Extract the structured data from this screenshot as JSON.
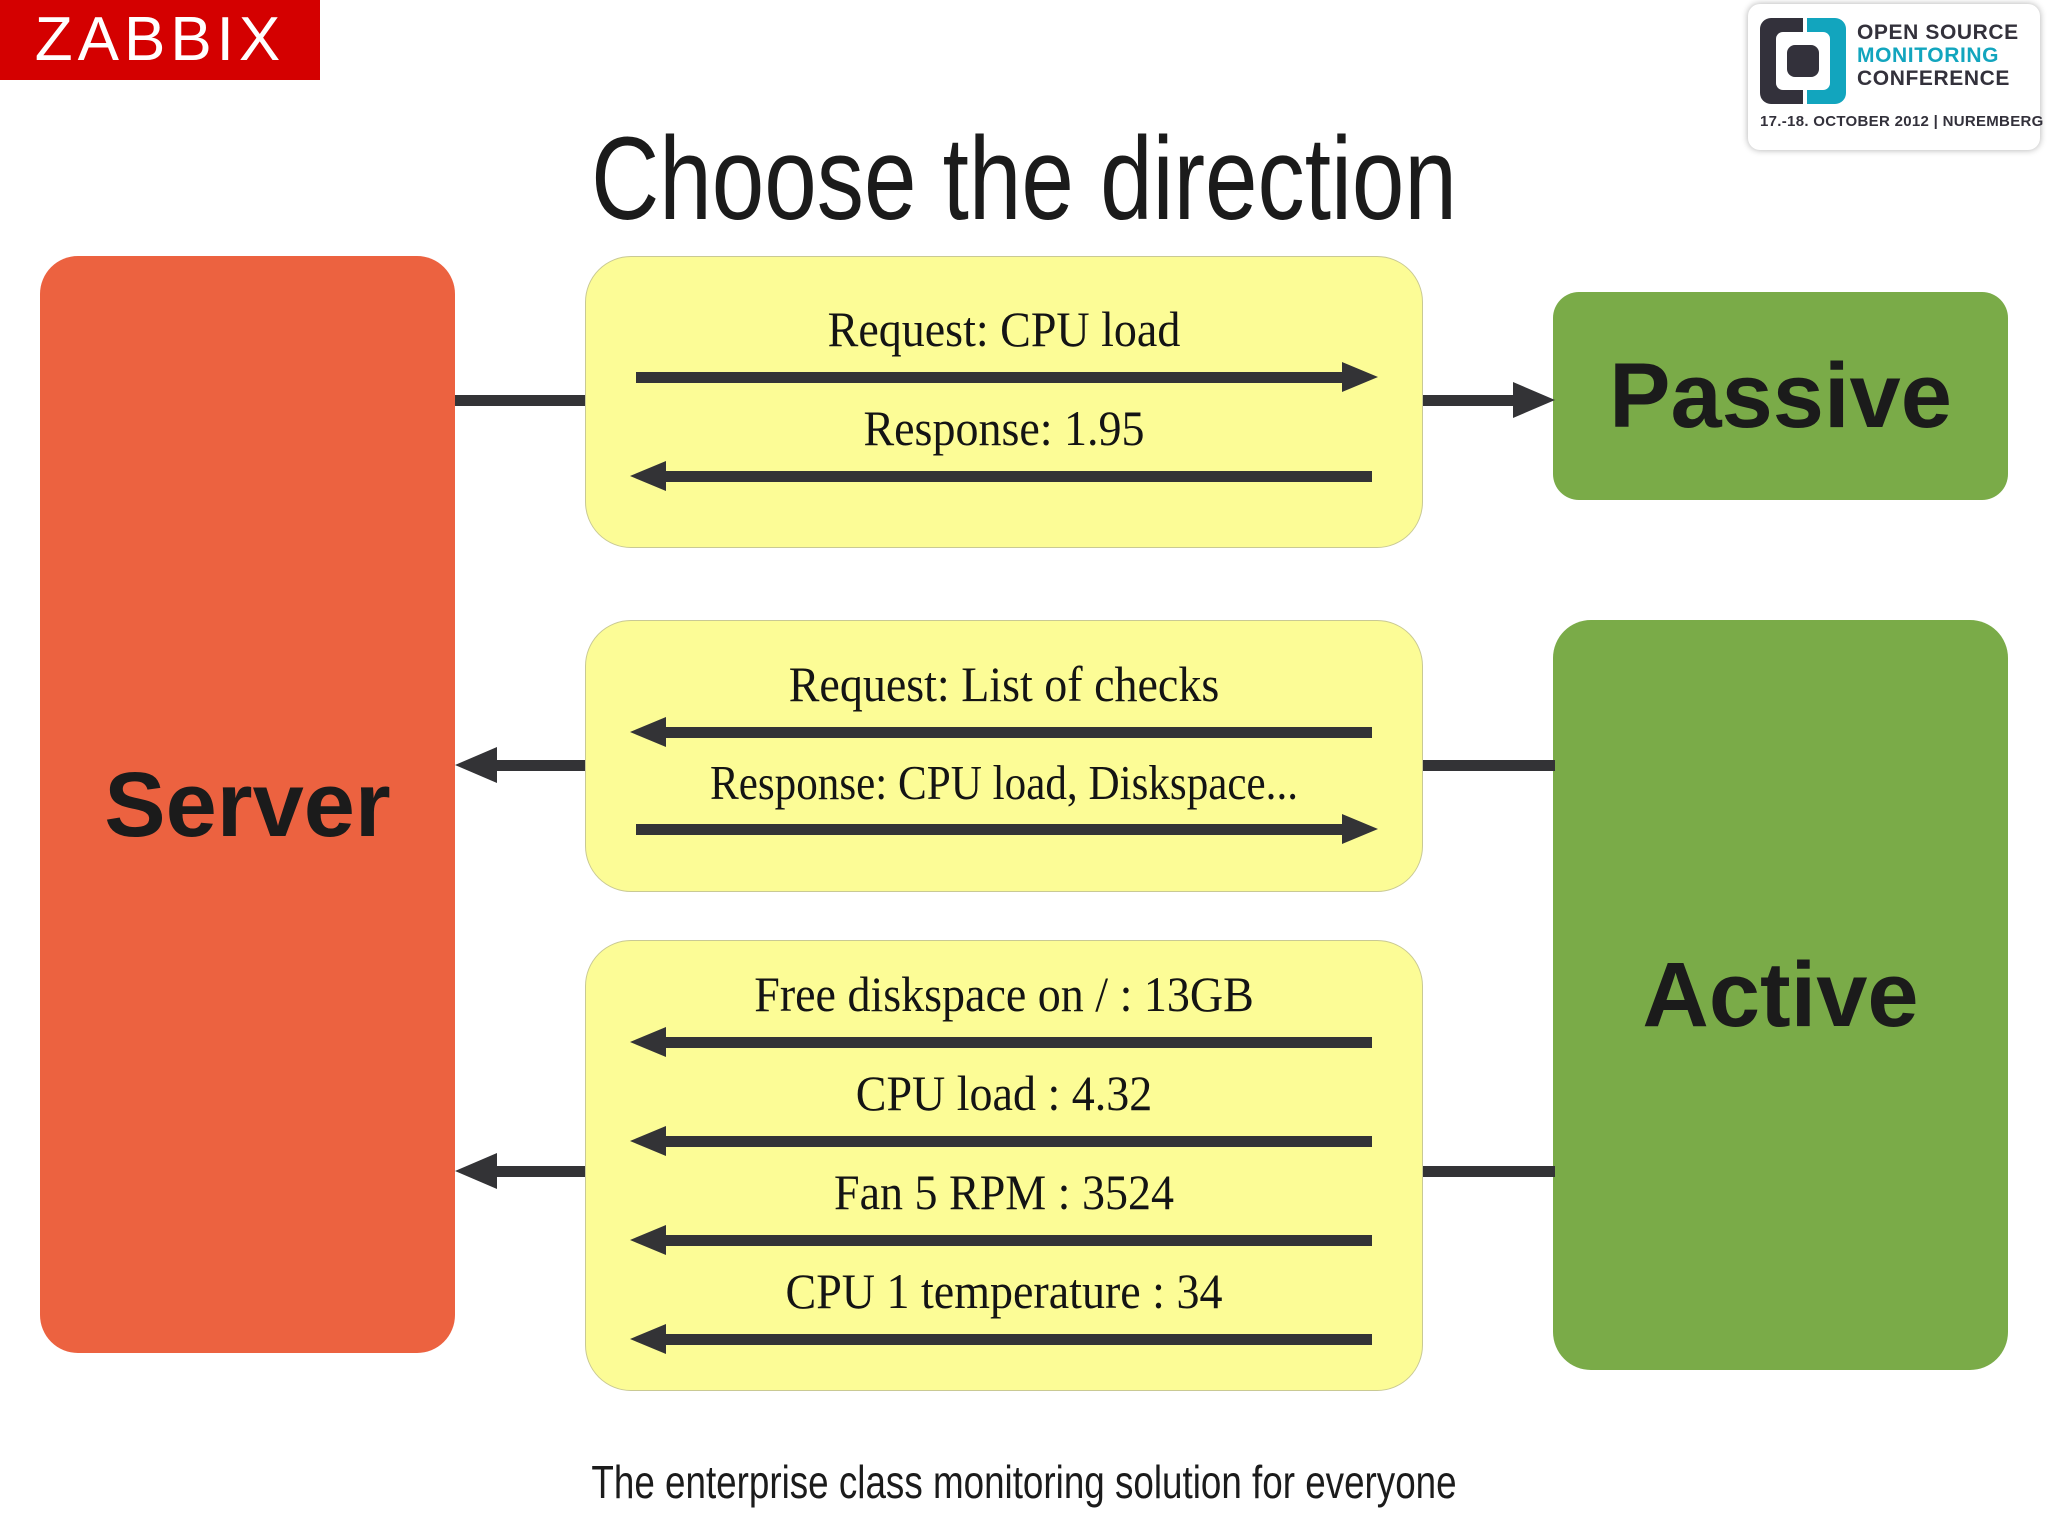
{
  "brand": {
    "logo_text": "ZABBIX",
    "logo_bg": "#D40000",
    "logo_fg": "#FFFFFF"
  },
  "conference_badge": {
    "line1": "OPEN SOURCE",
    "line2": "MONITORING",
    "line3": "CONFERENCE",
    "date_location": "17.-18. OCTOBER 2012  |  NUREMBERG",
    "dark_color": "#33313B",
    "teal_color": "#12A5BE"
  },
  "slide": {
    "title": "Choose the direction",
    "footer": "The enterprise class monitoring solution for everyone"
  },
  "diagram": {
    "server_node": {
      "label": "Server",
      "color": "#EC6240"
    },
    "passive_node": {
      "label": "Passive",
      "color": "#7AAB48"
    },
    "active_node": {
      "label": "Active",
      "color": "#7AAB48"
    },
    "message_box_color": "#FCFC96",
    "arrow_color": "#333336",
    "passive_flow": {
      "messages": [
        {
          "text": "Request: CPU load",
          "direction": "right"
        },
        {
          "text": "Response: 1.95",
          "direction": "left"
        }
      ]
    },
    "active_flow_handshake": {
      "messages": [
        {
          "text": "Request: List of checks",
          "direction": "left"
        },
        {
          "text": "Response: CPU load, Diskspace...",
          "direction": "right"
        }
      ]
    },
    "active_flow_data": {
      "messages": [
        {
          "text": "Free diskspace on / : 13GB",
          "direction": "left"
        },
        {
          "text": "CPU load : 4.32",
          "direction": "left"
        },
        {
          "text": "Fan 5 RPM : 3524",
          "direction": "left"
        },
        {
          "text": "CPU 1 temperature : 34",
          "direction": "left"
        }
      ]
    }
  }
}
